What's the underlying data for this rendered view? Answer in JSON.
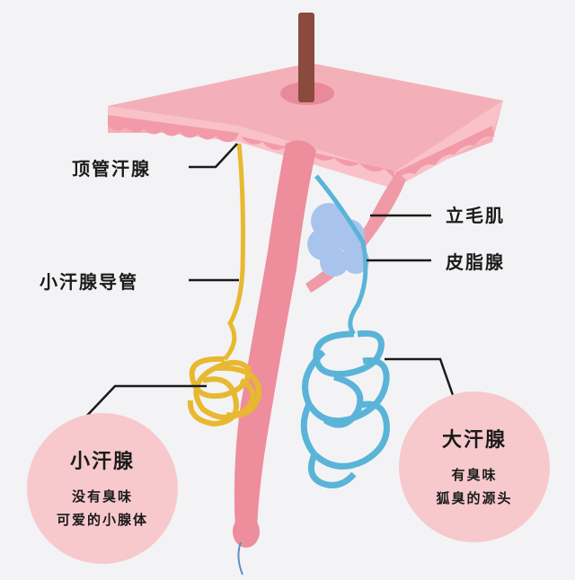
{
  "labels": {
    "apocrine_duct_top": "顶管汗腺",
    "eccrine_duct": "小汗腺导管",
    "arrector_pili": "立毛肌",
    "sebaceous_gland": "皮脂腺"
  },
  "eccrine_bubble": {
    "title": "小汗腺",
    "line1": "没有臭味",
    "line2": "可爱的小腺体"
  },
  "apocrine_bubble": {
    "title": "大汗腺",
    "line1": "有臭味",
    "line2": "狐臭的源头"
  },
  "colors": {
    "background": "#f3f3f5",
    "skin": "#f4a6b0",
    "follicle": "#e98a9a",
    "eccrine_gland": "#e8b830",
    "apocrine_gland": "#5ab4d8",
    "sebaceous": "#a9c4ec",
    "bubble": "#f7c9cc"
  }
}
